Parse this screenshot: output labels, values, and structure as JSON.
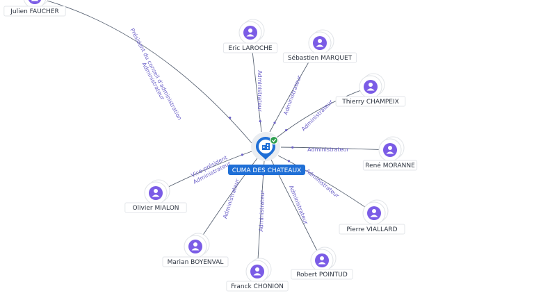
{
  "center": {
    "label": "CUMA DES CHATEAUX",
    "icon": "building-icon",
    "badge_icon": "verified-check-icon",
    "accent": "#1f6fd6",
    "badge_color": "#2e9e4f"
  },
  "person_icon_color": "#7b5ce6",
  "people": [
    {
      "id": "julien-faucher",
      "name": "Julien FAUCHER",
      "roles": [
        "Président du conseil d'administration",
        "Administrateur"
      ]
    },
    {
      "id": "eric-laroche",
      "name": "Eric LAROCHE",
      "roles": [
        "Administrateur"
      ]
    },
    {
      "id": "sebastien-marquet",
      "name": "Sébastien MARQUET",
      "roles": [
        "Administrateur"
      ]
    },
    {
      "id": "thierry-champeix",
      "name": "Thierry CHAMPEIX",
      "roles": [
        "Administrateur"
      ]
    },
    {
      "id": "rene-moranne",
      "name": "René MORANNE",
      "roles": [
        "Administrateur"
      ]
    },
    {
      "id": "pierre-viallard",
      "name": "Pierre VIALLARD",
      "roles": [
        "Administrateur"
      ]
    },
    {
      "id": "robert-pointud",
      "name": "Robert POINTUD",
      "roles": [
        "Administrateur"
      ]
    },
    {
      "id": "franck-chonion",
      "name": "Franck CHONION",
      "roles": [
        "Administrateur"
      ]
    },
    {
      "id": "marian-boyenval",
      "name": "Marian BOYENVAL",
      "roles": [
        "Administrateur"
      ]
    },
    {
      "id": "olivier-mialon",
      "name": "Olivier MIALON",
      "roles": [
        "Vice-président",
        "Administrateur"
      ]
    }
  ]
}
